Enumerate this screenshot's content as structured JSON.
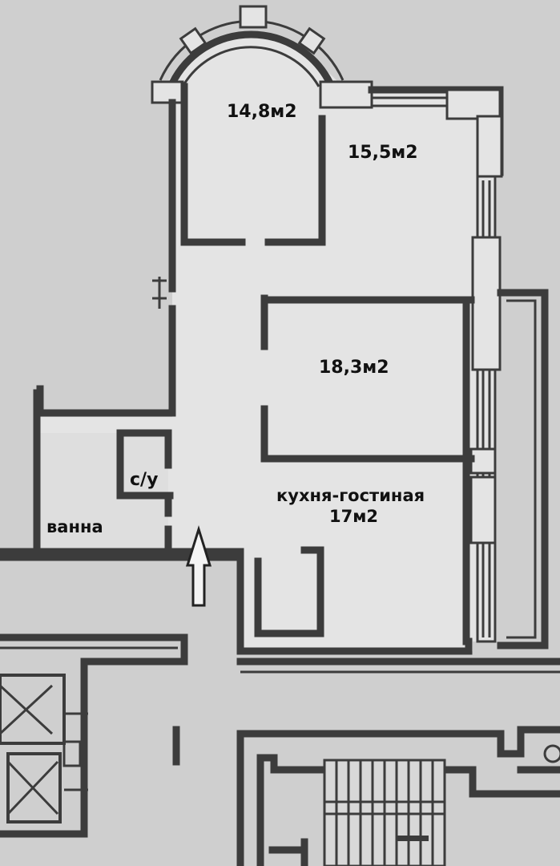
{
  "rooms": {
    "room_1_area": "14,8м2",
    "room_2_area": "15,5м2",
    "room_3_area": "18,3м2",
    "toilet": "с/у",
    "bath": "ванна",
    "kitchen_name": "кухня-гостиная",
    "kitchen_area": "17м2"
  },
  "colors": {
    "background": "#cfcfcf",
    "wall": "#3c3c3c",
    "floor": "#e4e4e4"
  },
  "icons": [
    "entrance-arrow-icon",
    "elevator-icon",
    "staircase-icon"
  ]
}
